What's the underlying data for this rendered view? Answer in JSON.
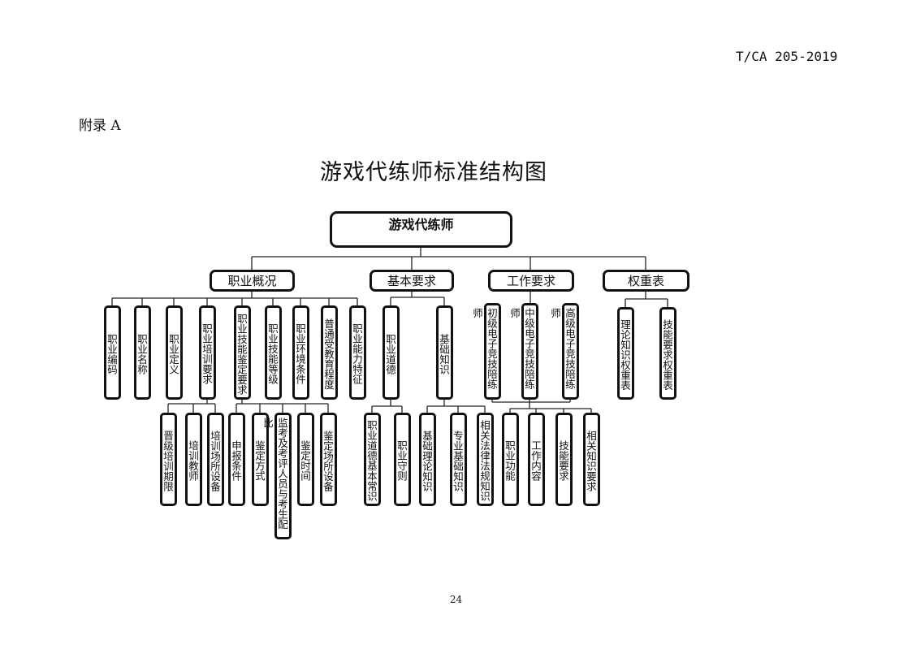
{
  "header": {
    "standard_number": "T/CA 205-2019",
    "appendix": "附录 A"
  },
  "title": "游戏代练师标准结构图",
  "page_number": "24",
  "tree": {
    "root": "游戏代练师",
    "overview": {
      "label": "职业概况",
      "children": [
        "职业编码",
        "职业名称",
        "职业定义",
        "职业培训要求",
        "职业技能鉴定要求",
        "职业技能等级",
        "职业环境条件",
        "普通受教育程度",
        "职业能力特征"
      ],
      "training": [
        "晋级培训期限",
        "培训教师",
        "培训场所设备"
      ],
      "appraisal": [
        "申报条件",
        "鉴定方式",
        "监考及考评人员与考生配比",
        "鉴定时间",
        "鉴定场所设备"
      ]
    },
    "basic": {
      "label": "基本要求",
      "children": [
        "职业道德",
        "基础知识"
      ],
      "ethics": [
        "职业道德基本常识",
        "职业守则"
      ],
      "knowledge": [
        "基础理论知识",
        "专业基础知识",
        "相关法律法规知识"
      ]
    },
    "work": {
      "label": "工作要求",
      "children": [
        "初级电子竞技陪练师",
        "中级电子竞技陪练师",
        "高级电子竞技陪练师"
      ],
      "items": [
        "职业功能",
        "工作内容",
        "技能要求",
        "相关知识要求"
      ]
    },
    "weights": {
      "label": "权重表",
      "children": [
        "理论知识权重表",
        "技能要求权重表"
      ]
    }
  }
}
